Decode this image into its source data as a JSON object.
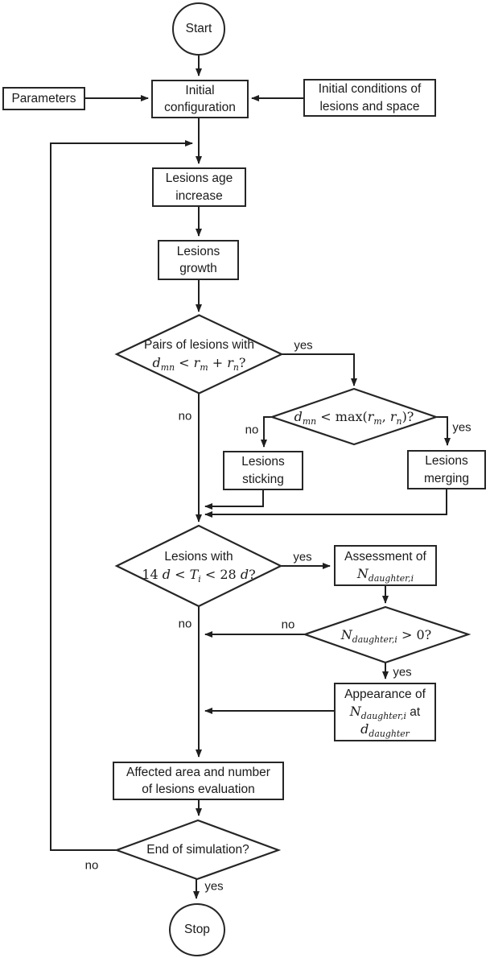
{
  "nodes": {
    "start": {
      "label": "Start"
    },
    "parameters": {
      "label": "Parameters"
    },
    "initial_config": {
      "line1": "Initial",
      "line2": "configuration"
    },
    "initial_conditions": {
      "line1": "Initial conditions of",
      "line2": "lesions and space"
    },
    "lesions_age": {
      "line1": "Lesions age",
      "line2": "increase"
    },
    "lesions_growth": {
      "line1": "Lesions",
      "line2": "growth"
    },
    "pairs_diamond": {
      "line1": "Pairs of lesions with",
      "math": {
        "d": "d",
        "d_sub": "mn",
        "lt": " < ",
        "r1": "r",
        "r1_sub": "m",
        "plus": " + ",
        "r2": "r",
        "r2_sub": "n",
        "q": "?"
      }
    },
    "max_diamond": {
      "math": {
        "d": "d",
        "d_sub": "mn",
        "lt_max": " < max(",
        "r1": "r",
        "r1_sub": "m",
        "comma": ", ",
        "r2": "r",
        "r2_sub": "n",
        "close": ")?"
      }
    },
    "lesions_sticking": {
      "line1": "Lesions",
      "line2": "sticking"
    },
    "lesions_merging": {
      "line1": "Lesions",
      "line2": "merging"
    },
    "latency_diamond": {
      "line1": "Lesions with",
      "math": {
        "n14": "14 ",
        "d1": "d",
        "lt1": " < ",
        "T": "T",
        "T_sub": "i",
        "lt2": " < ",
        "n28": "28 ",
        "d2": "d",
        "q": "?"
      }
    },
    "assessment": {
      "line1": "Assessment of",
      "math": {
        "N": "N",
        "N_sub": "daughter,i"
      }
    },
    "ndaughter_diamond": {
      "math": {
        "N": "N",
        "N_sub": "daughter,i",
        "gt": " > 0?"
      }
    },
    "appearance": {
      "line1": "Appearance of",
      "math": {
        "N": "N",
        "N_sub": "daughter,i",
        "at": " at",
        "d": "d",
        "d_sub": "daughter"
      }
    },
    "affected": {
      "line1": "Affected area and number",
      "line2": "of lesions evaluation"
    },
    "end_diamond": {
      "label": "End of simulation?"
    },
    "stop": {
      "label": "Stop"
    }
  },
  "branch_labels": {
    "yes": "yes",
    "no": "no"
  },
  "colors": {
    "stroke": "#1f1f1f",
    "border": "#262626",
    "background": "#ffffff",
    "text": "#1a1a1a"
  }
}
